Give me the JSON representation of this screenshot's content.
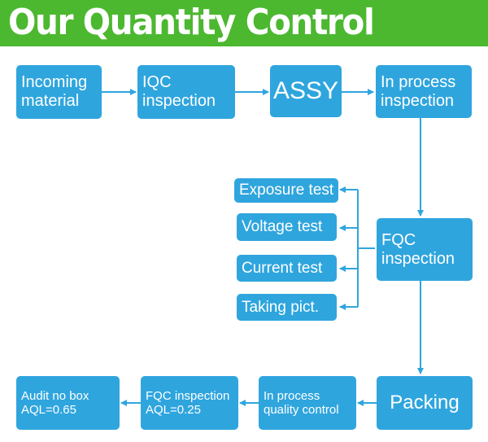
{
  "banner": {
    "title": "Our Quantity Control",
    "color": "#4cb830"
  },
  "flow": {
    "node_color": "#2fa5de",
    "line_color": "#2fa5de",
    "nodes": {
      "incoming_material": "Incoming\nmaterial",
      "iqc_inspection": "IQC\ninspection",
      "assy": "ASSY",
      "in_process_inspection": "In process\ninspection",
      "fqc_inspection": "FQC\ninspection",
      "exposure_test": "Exposure test",
      "voltage_test": "Voltage test",
      "current_test": "Current test",
      "taking_pict": "Taking pict.",
      "packing": "Packing",
      "in_process_quality_control": "In process\nquality control",
      "fqc_inspection_aql": "FQC inspection\nAQL=0.25",
      "audit_no_box": "Audit no box\nAQL=0.65"
    }
  }
}
